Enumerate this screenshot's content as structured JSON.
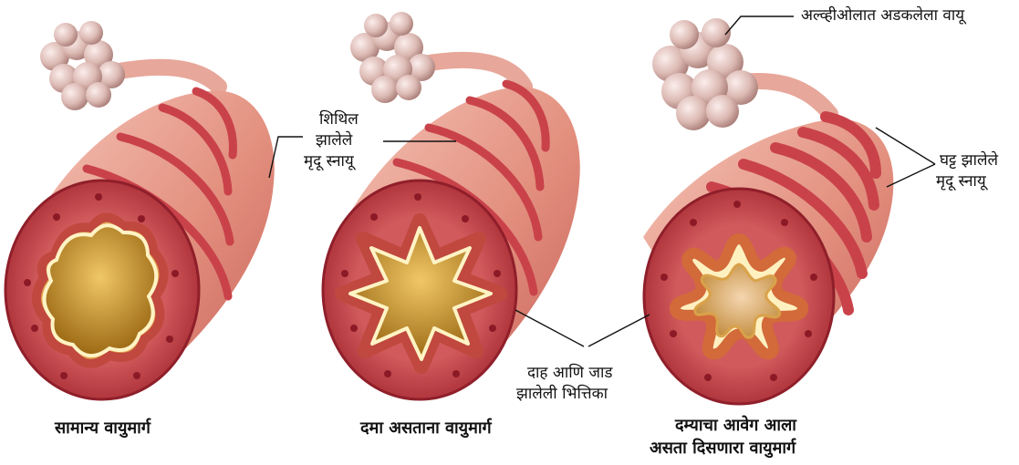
{
  "labels": {
    "relaxed_muscle": [
      "शिथिल",
      "झालेले",
      "मृदू स्नायू"
    ],
    "trapped_air": "अल्व्हीओलात अडकलेला वायू",
    "tightened_muscle": [
      "घट्ट झालेले",
      "मृदू स्नायू"
    ],
    "inflamed_wall": [
      "दाह आणि जाड",
      "झालेली भित्तिका"
    ]
  },
  "captions": {
    "normal": "सामान्य वायुमार्ग",
    "asthma": "दमा असताना वायुमार्ग",
    "attack": [
      "दम्याचा आवेग आला",
      "असता दिसणारा वायुमार्ग"
    ]
  },
  "colors": {
    "tube": "#e59a8c",
    "tube_dark": "#c4504c",
    "muscle_band": "#c9424a",
    "cross_section_outer": "#b8353c",
    "lumen": "#c99a2e",
    "lining": "#fff3c4",
    "alveoli": "#e8c8c3"
  }
}
